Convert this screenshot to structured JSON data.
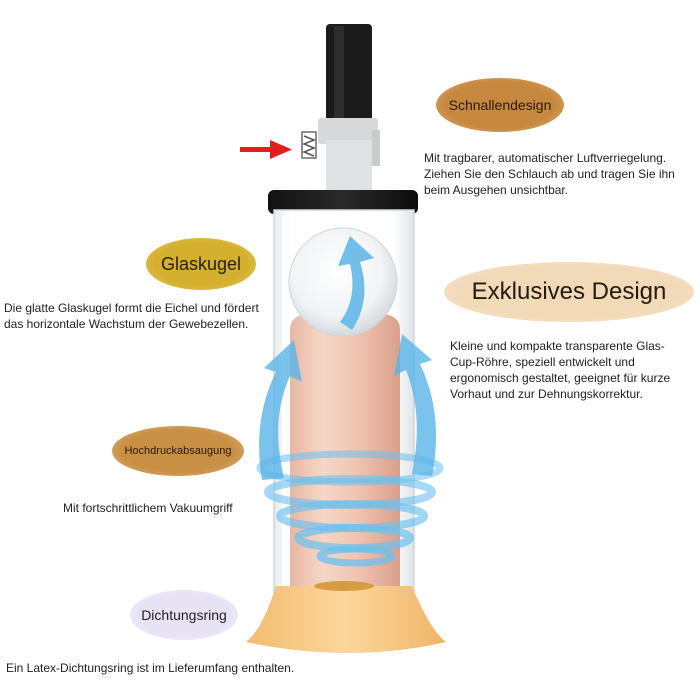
{
  "features": {
    "schnallendesign": {
      "title": "Schnallendesign",
      "text": "Mit tragbarer, automatischer Luftverriegelung. Ziehen Sie den Schlauch ab und tragen Sie ihn beim Ausgehen unsichtbar."
    },
    "glaskugel": {
      "title": "Glaskugel",
      "text": "Die glatte Glaskugel formt die Eichel und fördert das horizontale Wachstum der Gewebezellen."
    },
    "exklusives_design": {
      "title": "Exklusives Design",
      "text": "Kleine und kompakte transparente Glas-Cup-Röhre, speziell entwickelt und ergonomisch gestaltet, geeignet für kurze Vorhaut und zur Dehnungskorrektur."
    },
    "hochdruckabsaugung": {
      "title": "Hochdruckabsaugung",
      "text": "Mit fortschrittlichem Vakuumgriff"
    },
    "dichtungsring": {
      "title": "Dichtungsring",
      "text": "Ein Latex-Dichtungsring ist im Lieferumfang enthalten."
    }
  },
  "colors": {
    "badge_schnallen": "#c6883f",
    "badge_glaskugel": "#d4b02e",
    "badge_exklusiv": "#f2d9b7",
    "badge_hochdruck": "#c98f45",
    "badge_dichtung": "#e7e3f5",
    "pointer_arrow": "#e0201c",
    "airflow_arrows": "#5ab4e8",
    "seal_ring": "#f5c983"
  }
}
